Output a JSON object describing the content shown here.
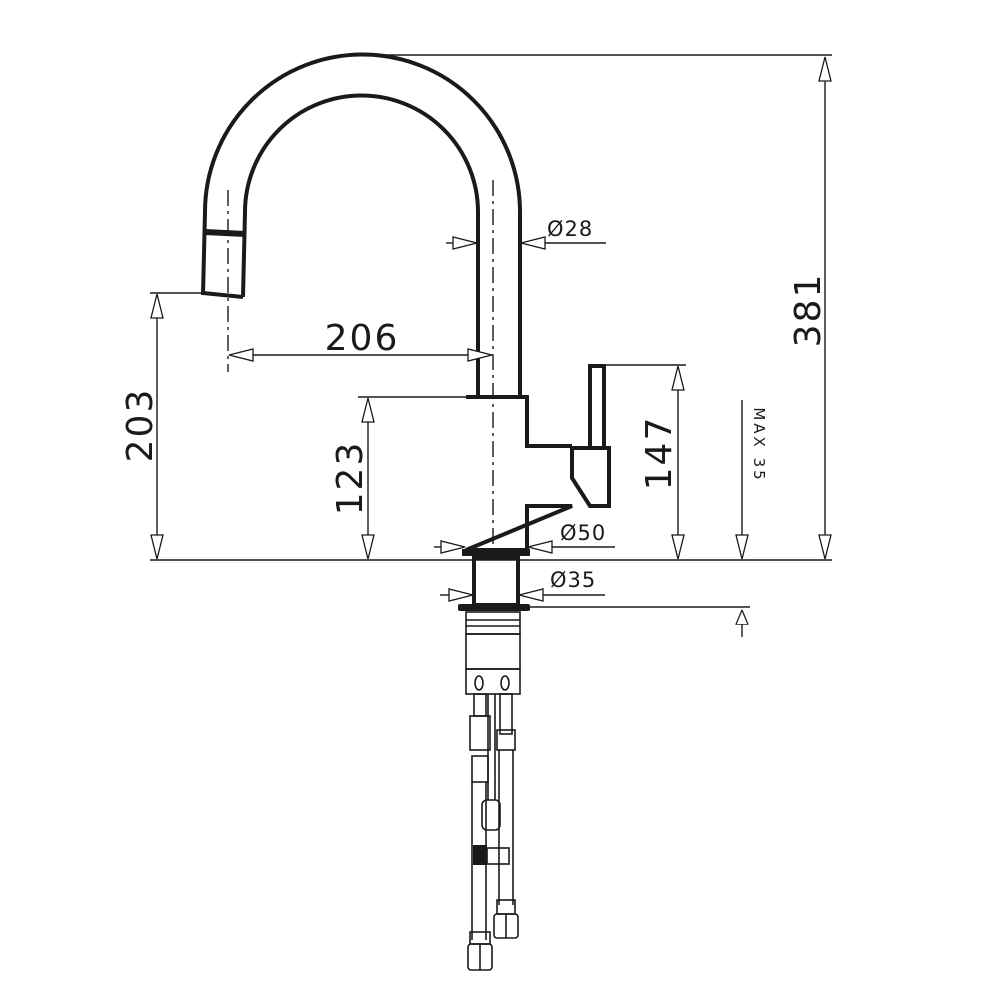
{
  "drawing": {
    "title": "Kitchen faucet dimension drawing",
    "dimensions": {
      "total_height": "381",
      "spout_height": "203",
      "body_height": "123",
      "lever_height": "147",
      "spout_reach": "206",
      "spout_diameter": "Ø28",
      "body_diameter": "Ø50",
      "shank_diameter": "Ø35",
      "max_deck_thickness": "MAX 35"
    }
  }
}
